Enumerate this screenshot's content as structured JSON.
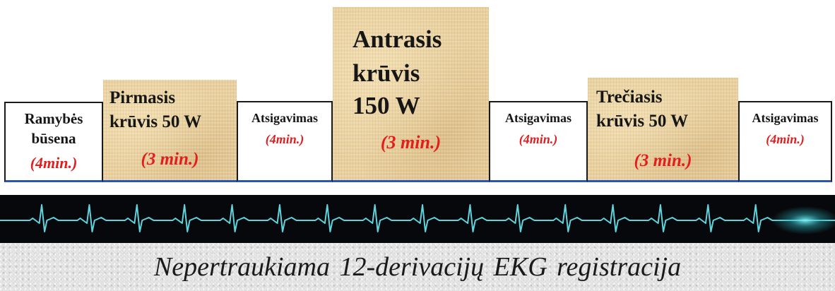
{
  "stages": [
    {
      "id": "rest",
      "lines": [
        "Ramybės",
        "būsena"
      ],
      "duration": "(4min.)"
    },
    {
      "id": "load1",
      "lines": [
        "Pirmasis",
        "krūvis 50 W"
      ],
      "duration": "(3 min.)"
    },
    {
      "id": "recovery1",
      "lines": [
        "Atsigavimas"
      ],
      "duration": "(4min.)"
    },
    {
      "id": "load2",
      "lines": [
        "Antrasis",
        "krūvis",
        "150 W"
      ],
      "duration": "(3 min.)"
    },
    {
      "id": "recovery2",
      "lines": [
        "Atsigavimas"
      ],
      "duration": "(4min.)"
    },
    {
      "id": "load3",
      "lines": [
        "Trečiasis",
        "krūvis 50 W"
      ],
      "duration": "(3 min.)"
    },
    {
      "id": "recovery3",
      "lines": [
        "Atsigavimas"
      ],
      "duration": "(4min.)"
    }
  ],
  "ecg": {
    "beats": 16,
    "trace_color": "#5fd4dc"
  },
  "footer": {
    "text": "Nepertraukiama 12-derivacijų EKG registracija"
  },
  "colors": {
    "duration": "#e21d1d",
    "load_fill": "#e8cf9c",
    "baseline": "#2a56b8"
  }
}
